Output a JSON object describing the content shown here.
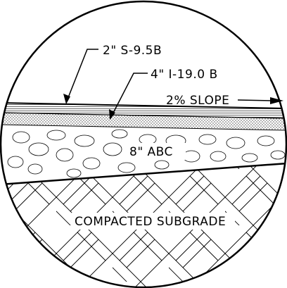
{
  "labels": {
    "surface_course": "2\" S-9.5B",
    "intermediate_course": "4\" I-19.0 B",
    "slope": "2% SLOPE",
    "base_course": "8\" ABC",
    "subgrade": "COMPACTED SUBGRADE"
  },
  "colors": {
    "line": "#000000",
    "background": "#ffffff",
    "surface_fill": "#9a9a9a"
  }
}
